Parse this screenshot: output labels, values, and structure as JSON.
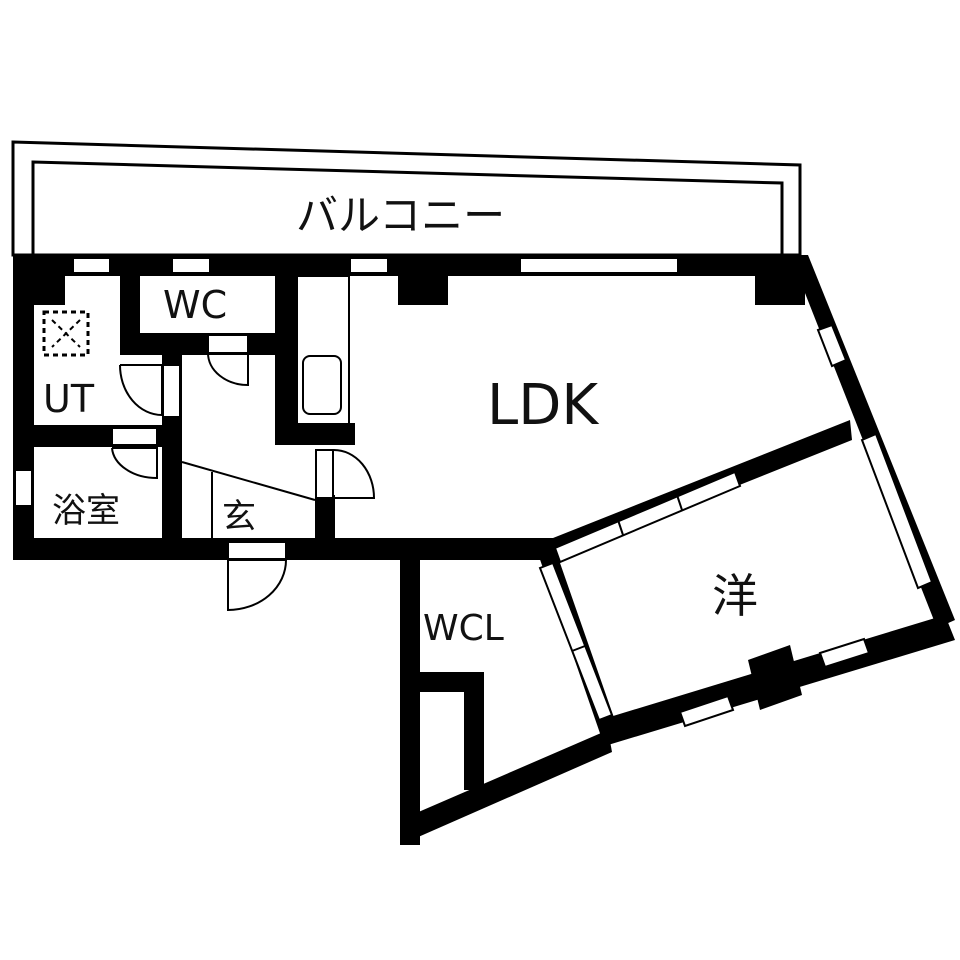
{
  "diagram": {
    "type": "floor-plan",
    "colors": {
      "wall": "#000000",
      "background": "#ffffff",
      "text": "#111111"
    },
    "rooms": {
      "balcony": {
        "label": "バルコニー"
      },
      "wc": {
        "label": "WC"
      },
      "ut": {
        "label": "UT"
      },
      "bath": {
        "label": "浴室"
      },
      "entrance": {
        "label": "玄"
      },
      "ldk": {
        "label": "LDK"
      },
      "western": {
        "label": "洋"
      },
      "wcl": {
        "label": "WCL"
      }
    },
    "icons": [
      "washing-machine-pan-icon",
      "refrigerator-space-icon"
    ]
  }
}
